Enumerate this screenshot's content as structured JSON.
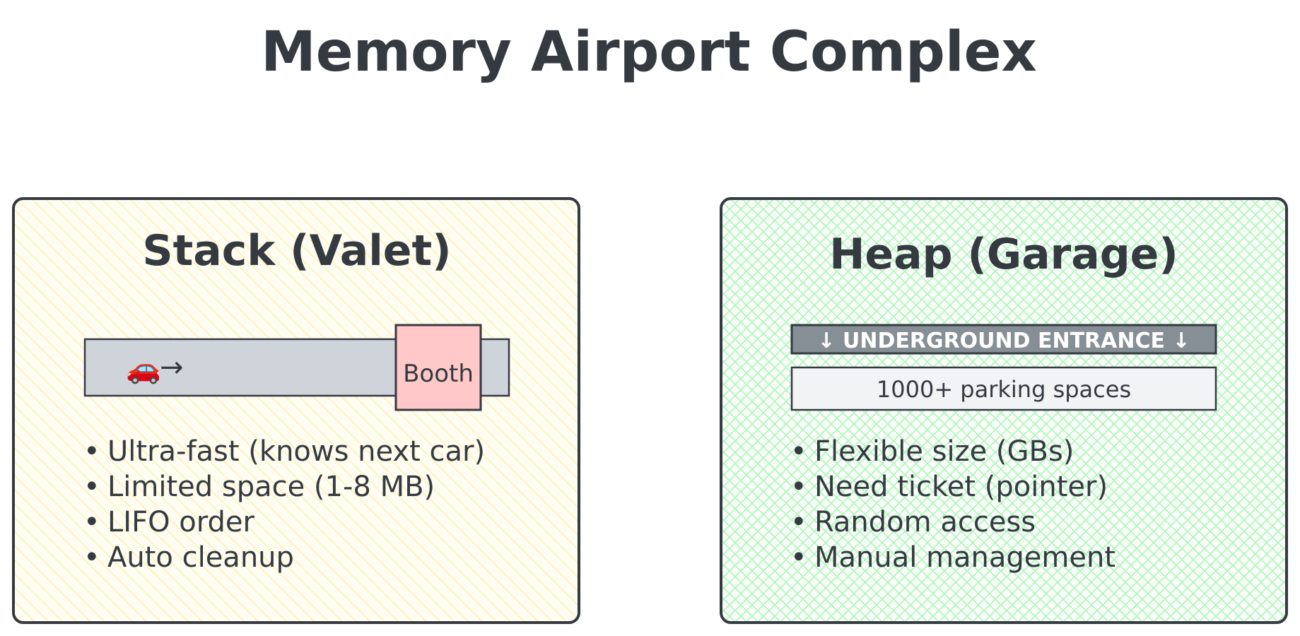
{
  "title": "Memory Airport Complex",
  "stack": {
    "heading": "Stack (Valet)",
    "car_icon": "red-car-emoji",
    "car_glyph": "🚗",
    "arrow_glyph": "→",
    "booth_label": "Booth",
    "fill_color": "#fff3bf",
    "hatch_color": "#ffec99",
    "booth_color": "#ffc9c9",
    "lane_color": "#ced4da",
    "bullets": [
      "Ultra-fast (knows next car)",
      "Limited space (1-8 MB)",
      "LIFO order",
      "Auto cleanup"
    ]
  },
  "heap": {
    "heading": "Heap (Garage)",
    "entrance_label": "↓ UNDERGROUND ENTRANCE ↓",
    "spaces_label": "1000+ parking spaces",
    "fill_color": "#ebfbee",
    "hatch_color": "#b2f2bb",
    "entrance_color": "#868e96",
    "spaces_color": "#f1f3f5",
    "bullets": [
      "Flexible size (GBs)",
      "Need ticket (pointer)",
      "Random access",
      "Manual management"
    ]
  },
  "colors": {
    "stroke": "#343a40",
    "text": "#343a40",
    "background": "#ffffff"
  }
}
